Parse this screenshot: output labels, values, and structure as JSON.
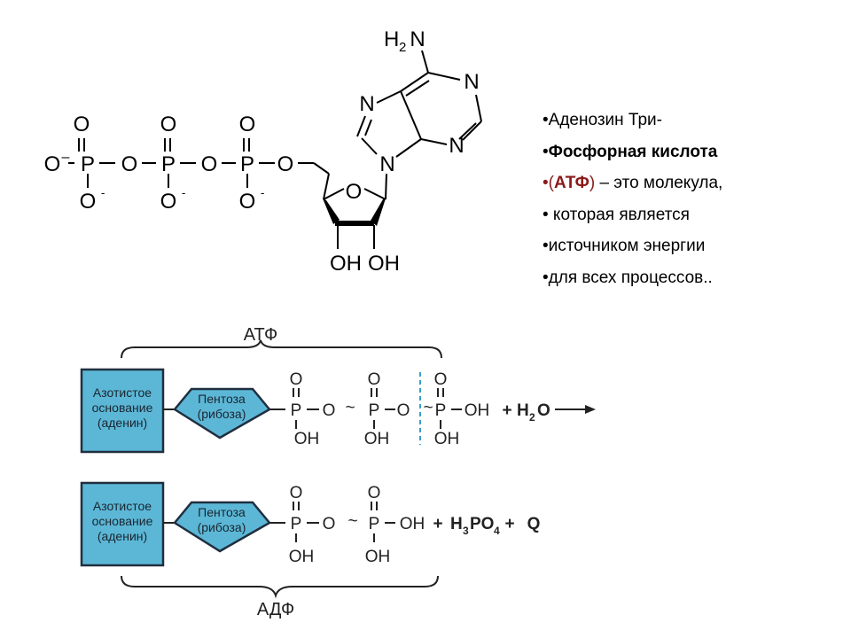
{
  "structure": {
    "o": "O",
    "o_minus": "O",
    "minus": "–",
    "superscript_minus": "-",
    "p": "P",
    "n": "N",
    "oh": "OH",
    "h": "H",
    "sub_two": "2"
  },
  "bullets": {
    "prefix": "•",
    "line1": "Аденозин Три-",
    "line2": "Фосфорная кислота",
    "line3_open": "(",
    "line3_abbr": "АТФ",
    "line3_close": ")",
    "line3_rest": " – это молекула,",
    "line4": " которая является",
    "line5": "источником энергии",
    "line6": "для всех процессов.."
  },
  "scheme": {
    "atp_label": "АТФ",
    "adp_label": "АДФ",
    "base_line1": "Азотистое",
    "base_line2": "основание",
    "base_line3": "(аденин)",
    "pentose_line1": "Пентоза",
    "pentose_line2": "(рибоза)",
    "o": "O",
    "p": "P",
    "oh": "OH",
    "tilde": "~",
    "plus": "+",
    "water": "H",
    "water_sub": "2",
    "water_o": "O",
    "acid_h": "H",
    "acid_sub3": "3",
    "acid_po": "PO",
    "acid_sub4": "4",
    "q": "Q"
  },
  "colors": {
    "box_fill": "#5cb7d6",
    "box_border": "#1f2f3f",
    "accent_red": "#8b1a1a",
    "cleave_line": "#3aa0c8"
  }
}
